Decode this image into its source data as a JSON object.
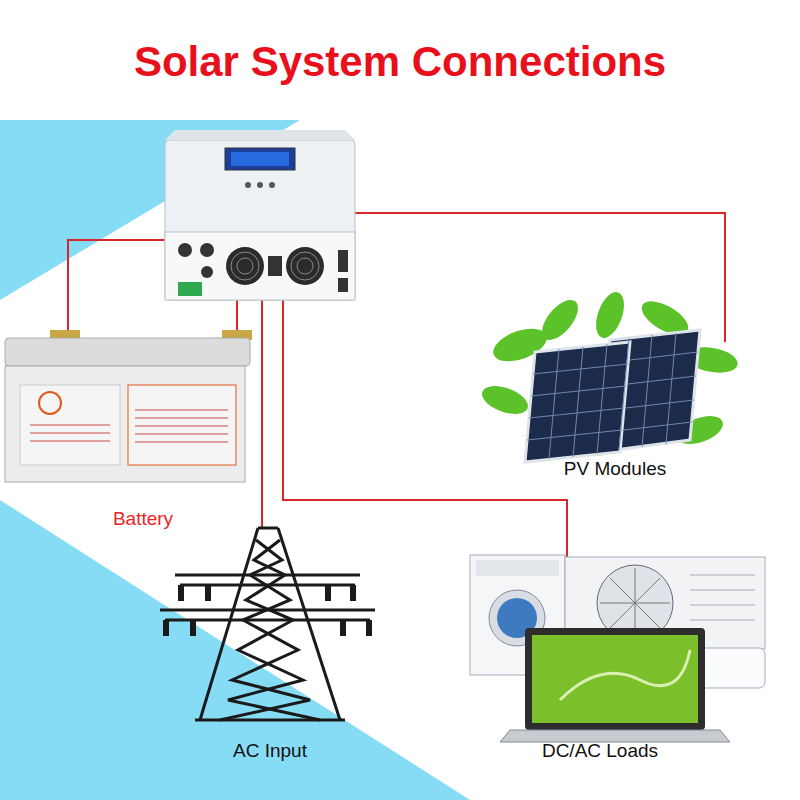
{
  "diagram": {
    "title": "Solar System Connections",
    "labels": [
      "Battery",
      "PV Modules",
      "AC Input",
      "DC/AC Loads"
    ]
  }
}
